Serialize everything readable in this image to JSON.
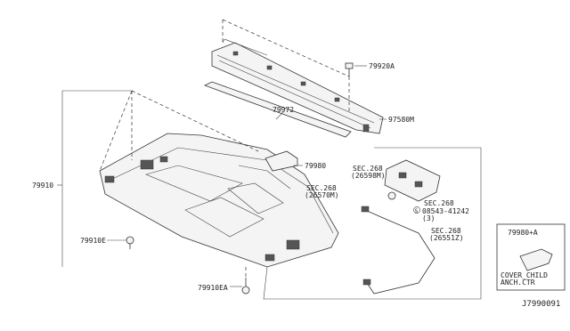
{
  "callouts": {
    "p79920A": "79920A",
    "p97580M": "97580M",
    "p79972": "79972",
    "p79980": "79980",
    "p79910": "79910",
    "p79910E": "79910E",
    "p79910EA": "79910EA",
    "sec_a_1": "SEC.268",
    "sec_a_2": "(26598M)",
    "sec_b_1": "SEC.268",
    "sec_b_2": "(26570M)",
    "sec_c_1": "SEC.268",
    "sec_c_2": "08543-41242",
    "sec_c_3": "(3)",
    "sec_c_s": "S",
    "sec_d_1": "SEC.268",
    "sec_d_2": "(26551Z)"
  },
  "inset": {
    "part": "79980+A",
    "caption_1": "COVER_CHILD",
    "caption_2": "ANCH.CTR"
  },
  "diagram_code": "J7990091"
}
